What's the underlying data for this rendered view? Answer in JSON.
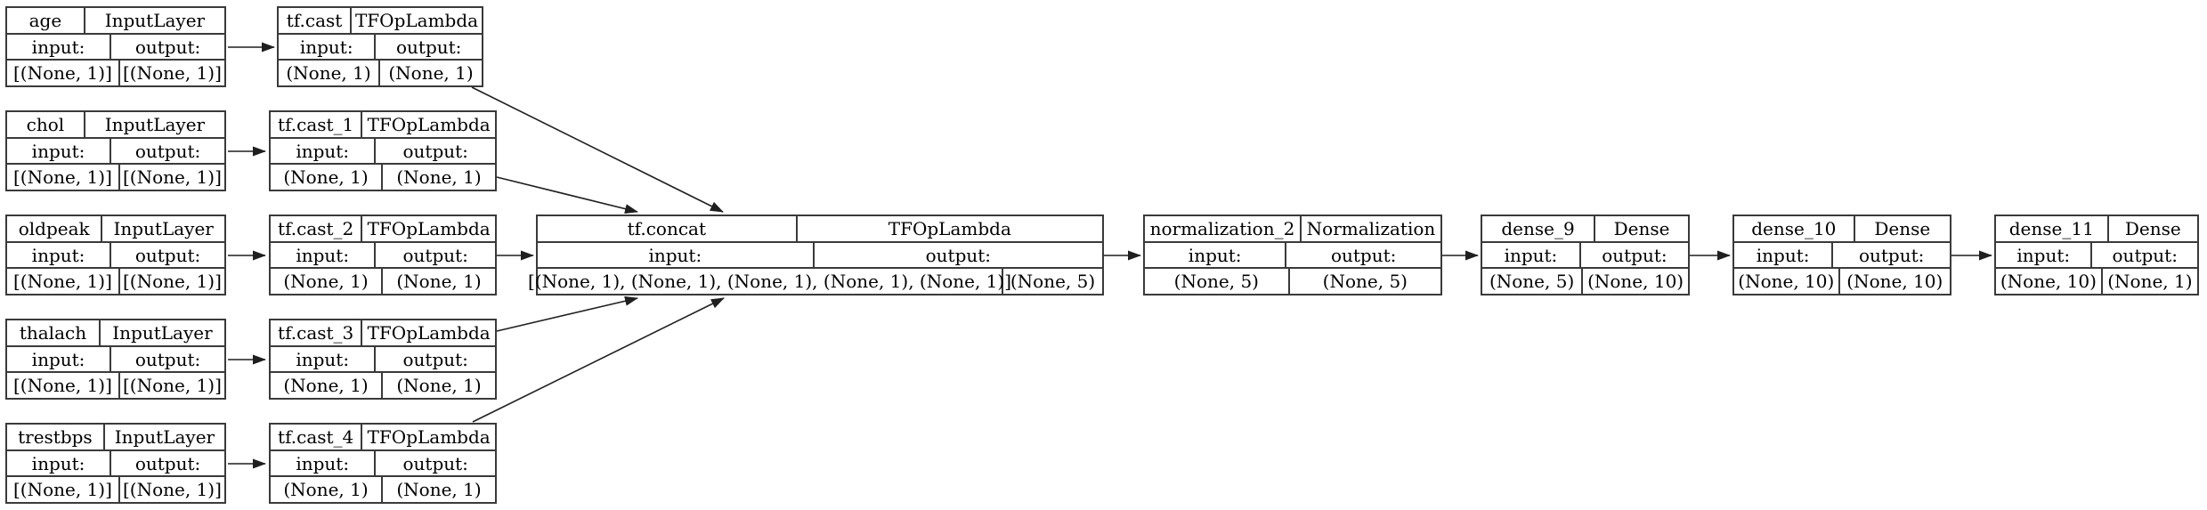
{
  "diagram": {
    "kind": "keras-model-plot",
    "labels": {
      "input": "input:",
      "output": "output:"
    },
    "colors": {
      "background": "#ffffff",
      "node_fill": "#ffffff",
      "node_border": "#3a3a3a",
      "edge": "#1f1f1f",
      "text": "#000000"
    },
    "nodes": [
      {
        "id": "age",
        "name": "age",
        "type": "InputLayer",
        "input_shape": "[(None, 1)]",
        "output_shape": "[(None, 1)]"
      },
      {
        "id": "tf.cast",
        "name": "tf.cast",
        "type": "TFOpLambda",
        "input_shape": "(None, 1)",
        "output_shape": "(None, 1)"
      },
      {
        "id": "chol",
        "name": "chol",
        "type": "InputLayer",
        "input_shape": "[(None, 1)]",
        "output_shape": "[(None, 1)]"
      },
      {
        "id": "tf.cast_1",
        "name": "tf.cast_1",
        "type": "TFOpLambda",
        "input_shape": "(None, 1)",
        "output_shape": "(None, 1)"
      },
      {
        "id": "oldpeak",
        "name": "oldpeak",
        "type": "InputLayer",
        "input_shape": "[(None, 1)]",
        "output_shape": "[(None, 1)]"
      },
      {
        "id": "tf.cast_2",
        "name": "tf.cast_2",
        "type": "TFOpLambda",
        "input_shape": "(None, 1)",
        "output_shape": "(None, 1)"
      },
      {
        "id": "tf.concat",
        "name": "tf.concat",
        "type": "TFOpLambda",
        "input_shape": "[(None, 1), (None, 1), (None, 1), (None, 1), (None, 1)]",
        "output_shape": "(None, 5)"
      },
      {
        "id": "normalization_2",
        "name": "normalization_2",
        "type": "Normalization",
        "input_shape": "(None, 5)",
        "output_shape": "(None, 5)"
      },
      {
        "id": "dense_9",
        "name": "dense_9",
        "type": "Dense",
        "input_shape": "(None, 5)",
        "output_shape": "(None, 10)"
      },
      {
        "id": "dense_10",
        "name": "dense_10",
        "type": "Dense",
        "input_shape": "(None, 10)",
        "output_shape": "(None, 10)"
      },
      {
        "id": "dense_11",
        "name": "dense_11",
        "type": "Dense",
        "input_shape": "(None, 10)",
        "output_shape": "(None, 1)"
      },
      {
        "id": "thalach",
        "name": "thalach",
        "type": "InputLayer",
        "input_shape": "[(None, 1)]",
        "output_shape": "[(None, 1)]"
      },
      {
        "id": "tf.cast_3",
        "name": "tf.cast_3",
        "type": "TFOpLambda",
        "input_shape": "(None, 1)",
        "output_shape": "(None, 1)"
      },
      {
        "id": "trestbps",
        "name": "trestbps",
        "type": "InputLayer",
        "input_shape": "[(None, 1)]",
        "output_shape": "[(None, 1)]"
      },
      {
        "id": "tf.cast_4",
        "name": "tf.cast_4",
        "type": "TFOpLambda",
        "input_shape": "(None, 1)",
        "output_shape": "(None, 1)"
      }
    ],
    "edges": [
      {
        "from": "age",
        "to": "tf.cast"
      },
      {
        "from": "chol",
        "to": "tf.cast_1"
      },
      {
        "from": "oldpeak",
        "to": "tf.cast_2"
      },
      {
        "from": "thalach",
        "to": "tf.cast_3"
      },
      {
        "from": "trestbps",
        "to": "tf.cast_4"
      },
      {
        "from": "tf.cast",
        "to": "tf.concat"
      },
      {
        "from": "tf.cast_1",
        "to": "tf.concat"
      },
      {
        "from": "tf.cast_2",
        "to": "tf.concat"
      },
      {
        "from": "tf.cast_3",
        "to": "tf.concat"
      },
      {
        "from": "tf.cast_4",
        "to": "tf.concat"
      },
      {
        "from": "tf.concat",
        "to": "normalization_2"
      },
      {
        "from": "normalization_2",
        "to": "dense_9"
      },
      {
        "from": "dense_9",
        "to": "dense_10"
      },
      {
        "from": "dense_10",
        "to": "dense_11"
      }
    ]
  }
}
